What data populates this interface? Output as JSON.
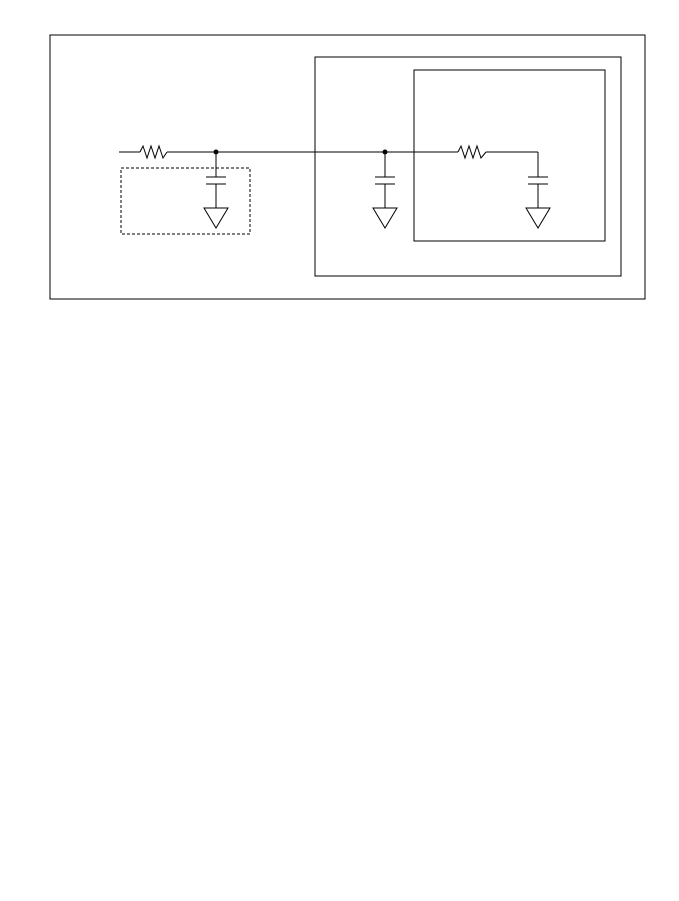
{
  "diagram": {
    "type": "circuit-schematic",
    "stroke_color": "#000000",
    "background_color": "#ffffff",
    "components": [
      {
        "kind": "resistor",
        "icon": "resistor-icon"
      },
      {
        "kind": "capacitor",
        "icon": "capacitor-icon"
      },
      {
        "kind": "ground",
        "icon": "ground-icon"
      },
      {
        "kind": "junction-dot",
        "icon": "junction-dot-icon"
      }
    ],
    "groups": [
      {
        "kind": "outer-frame",
        "style": "solid"
      },
      {
        "kind": "dashed-box",
        "style": "dashed"
      },
      {
        "kind": "package-box",
        "style": "solid"
      },
      {
        "kind": "die-box",
        "style": "solid"
      }
    ]
  }
}
